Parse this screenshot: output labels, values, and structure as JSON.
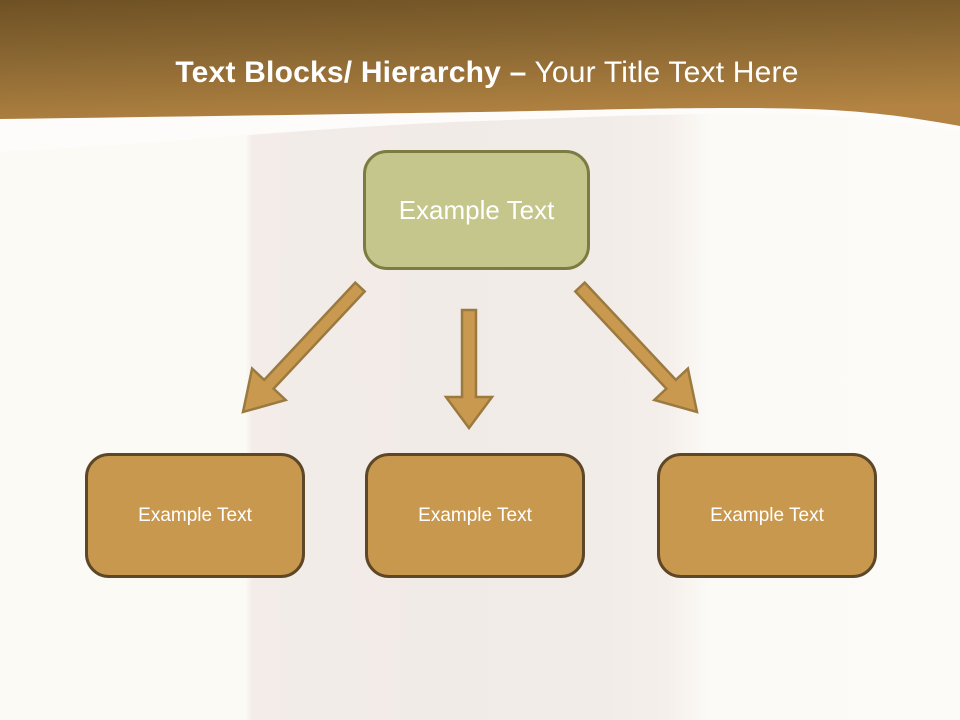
{
  "slide": {
    "title": {
      "bold": "Text Blocks/ Hierarchy –",
      "regular": "Your Title Text Here"
    },
    "hierarchy": {
      "root": {
        "label": "Example Text"
      },
      "children": [
        {
          "label": "Example Text"
        },
        {
          "label": "Example Text"
        },
        {
          "label": "Example Text"
        }
      ]
    },
    "colors": {
      "banner_dark": "#6e5124",
      "banner_light": "#b28342",
      "title_text": "#ffffff",
      "root_fill": "#c5c68c",
      "root_border": "#7c7c42",
      "child_fill": "#c9984f",
      "child_border": "#5d4726",
      "arrow_fill": "#c9994f",
      "arrow_outline": "#9b7a40",
      "background_band": "#f2ece8",
      "background_outer": "#fbfaf6"
    }
  }
}
